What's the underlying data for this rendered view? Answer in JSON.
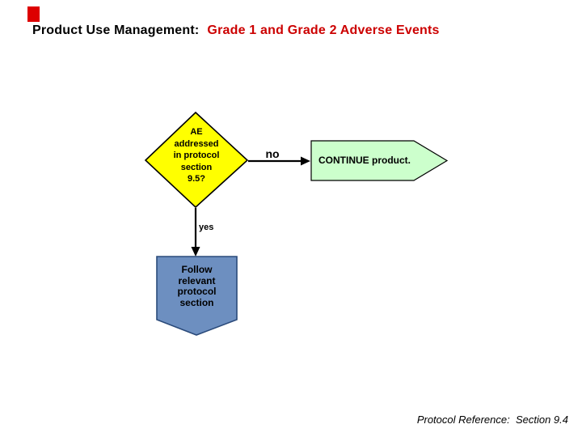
{
  "title": {
    "black_part": "Product Use Management:",
    "red_part": "Grade 1 and Grade 2 Adverse Events"
  },
  "flowchart": {
    "decision_node": {
      "label": "AE\naddressed\nin protocol\nsection\n9.5?",
      "fill": "#ffff00"
    },
    "no_branch_label": "no",
    "yes_branch_label": "yes",
    "continue_node": {
      "label": "CONTINUE product.",
      "fill": "#ccffcc"
    },
    "follow_node": {
      "label": "Follow\nrelevant\nprotocol\nsection",
      "fill": "#6d8fc0"
    }
  },
  "footer": {
    "reference": "Protocol Reference:  Section 9.4"
  },
  "colors": {
    "title_accent": "#cc0000",
    "accent_mark": "#dd0000",
    "decision_fill": "#ffff00",
    "continue_fill": "#ccffcc",
    "follow_fill": "#6d8fc0",
    "follow_border": "#2a4a7a",
    "connector": "#000000"
  }
}
